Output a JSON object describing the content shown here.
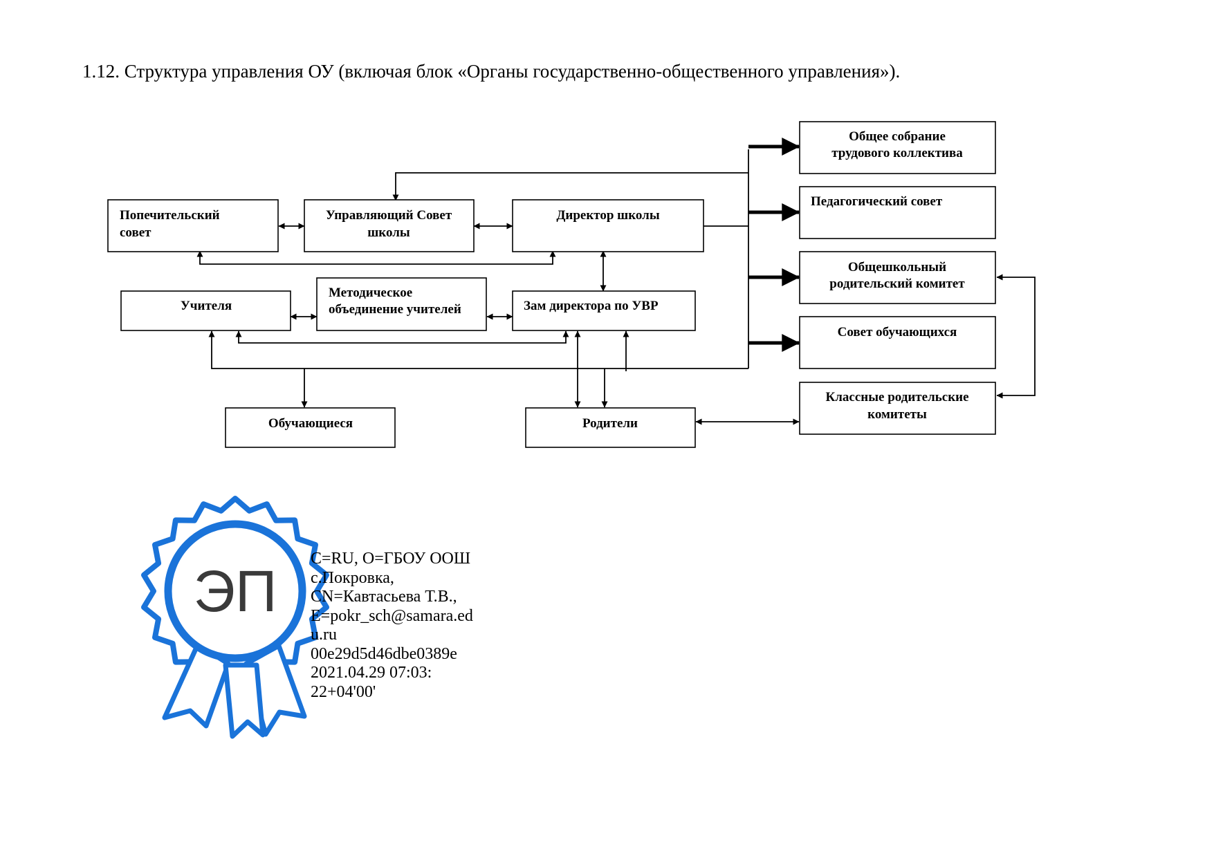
{
  "heading": "1.12. Структура управления ОУ (включая блок «Органы государственно-общественного управления»).",
  "boxes": {
    "board_of_trustees": [
      "Попечительский",
      "совет"
    ],
    "governing_council": [
      "Управляющий Совет",
      "школы"
    ],
    "director": [
      "Директор школы"
    ],
    "teachers": [
      "Учителя"
    ],
    "methodical_association": [
      "Методическое",
      "объединение учителей"
    ],
    "deputy_director": [
      "Зам директора по УВР"
    ],
    "students": [
      "Обучающиеся"
    ],
    "parents": [
      "Родители"
    ],
    "general_meeting": [
      "Общее собрание",
      "трудового коллектива"
    ],
    "pedagogical_council": [
      "Педагогический совет"
    ],
    "school_parent_committee": [
      "Общешкольный",
      "родительский комитет"
    ],
    "student_council": [
      "Совет обучающихся"
    ],
    "class_parent_committees": [
      "Классные родительские",
      "комитеты"
    ]
  },
  "signature": {
    "stamp_text": "ЭП",
    "lines": [
      "C=RU, O=ГБОУ ООШ",
      "с.Покровка,",
      "CN=Кавтасьева Т.В.,",
      "E=pokr_sch@samara.ed",
      "u.ru",
      "00e29d5d46dbe0389e",
      "2021.04.29 07:03:",
      "22+04'00'"
    ],
    "color": "#1a73d9"
  }
}
